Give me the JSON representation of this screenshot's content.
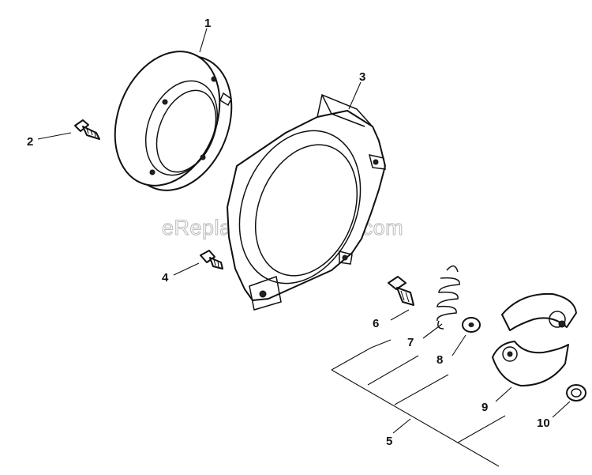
{
  "watermark": "eReplacementParts.com",
  "callouts": {
    "c1": "1",
    "c2": "2",
    "c3": "3",
    "c4": "4",
    "c5": "5",
    "c6": "6",
    "c7": "7",
    "c8": "8",
    "c9": "9",
    "c10": "10"
  }
}
